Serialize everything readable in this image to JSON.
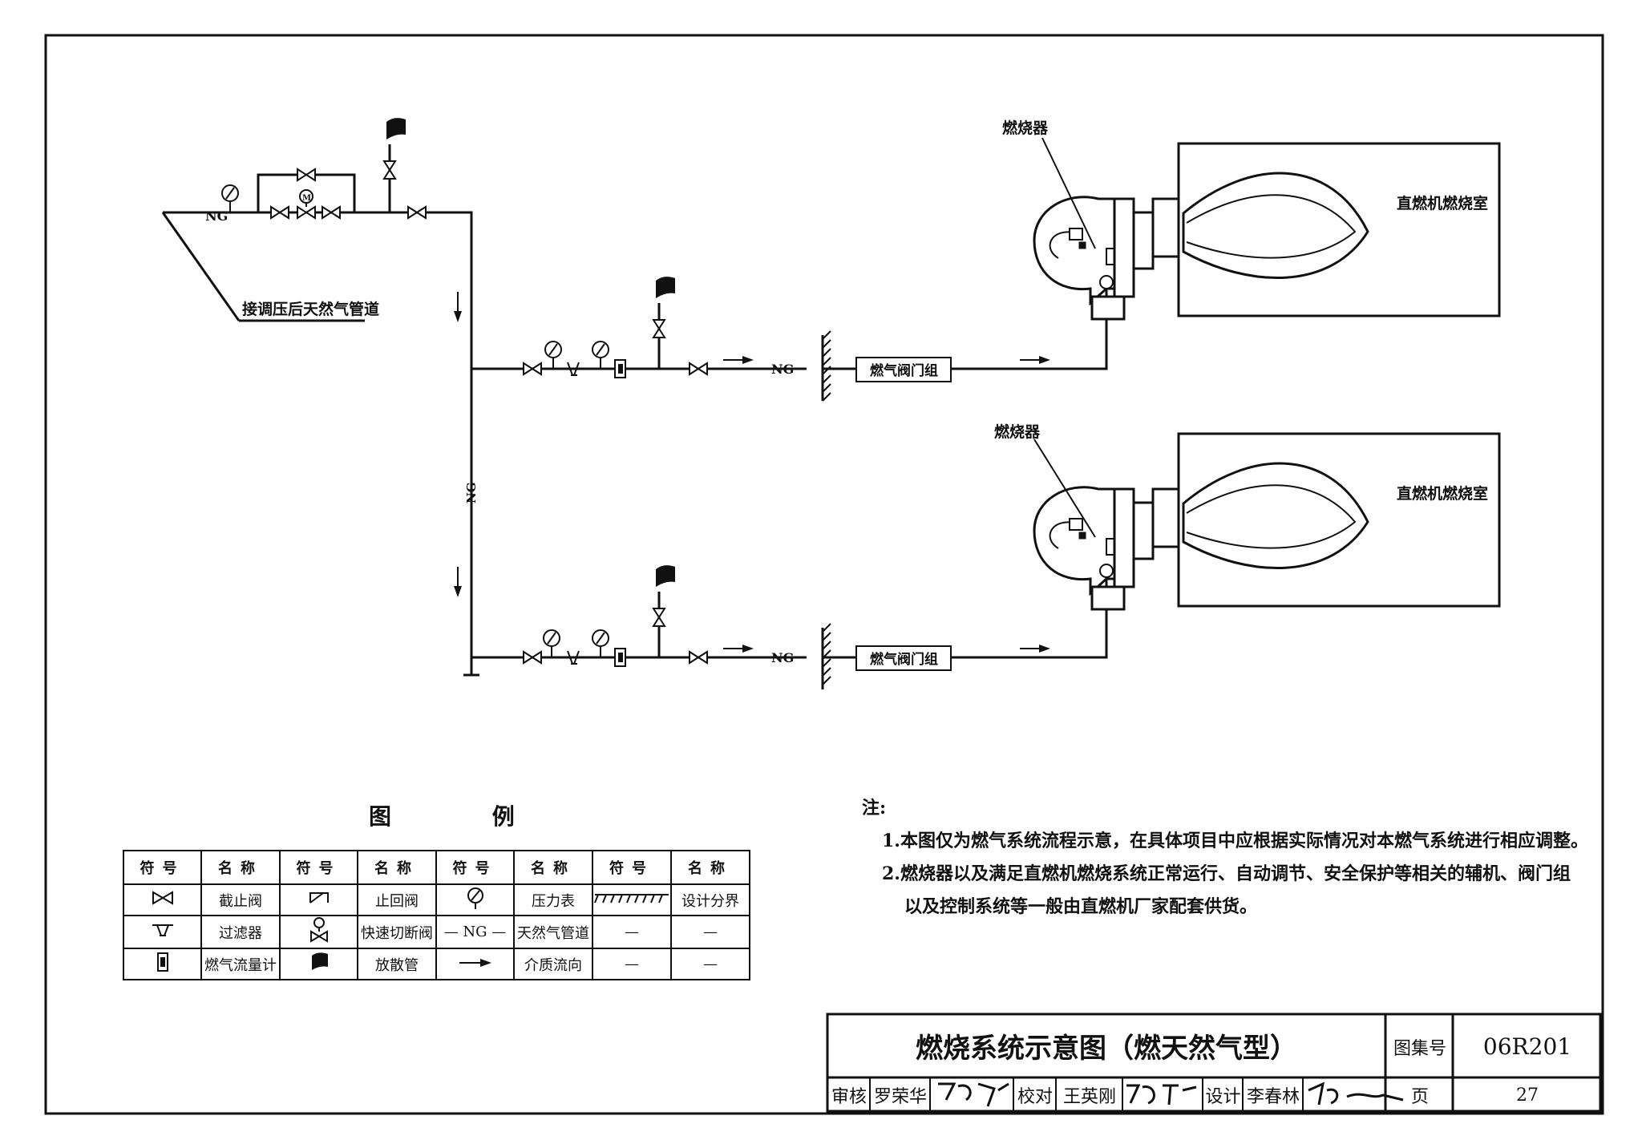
{
  "diagram": {
    "labels": {
      "gas_source": "接调压后天然气管道",
      "burner": "燃烧器",
      "chamber": "直燃机燃烧室",
      "valve_group": "燃气阀门组",
      "ng": "NG"
    }
  },
  "legend": {
    "title": "图 例",
    "header_symbol": "符号",
    "header_name": "名称",
    "items": [
      {
        "icon": "globe-valve-icon",
        "name": "截止阀"
      },
      {
        "icon": "filter-icon",
        "name": "过滤器"
      },
      {
        "icon": "gas-meter-icon",
        "name": "燃气流量计"
      },
      {
        "icon": "check-valve-icon",
        "name": "止回阀"
      },
      {
        "icon": "quick-shutoff-valve-icon",
        "name": "快速切断阀"
      },
      {
        "icon": "vent-pipe-icon",
        "name": "放散管"
      },
      {
        "icon": "pressure-gauge-icon",
        "name": "压力表"
      },
      {
        "icon": "natural-gas-pipe-icon",
        "symbol_text": "— NG —",
        "name": "天然气管道"
      },
      {
        "icon": "flow-direction-icon",
        "name": "介质流向"
      },
      {
        "icon": "design-boundary-icon",
        "name": "设计分界"
      },
      {
        "icon": "dash-icon",
        "symbol_text": "—",
        "name": "—"
      },
      {
        "icon": "dash-icon",
        "symbol_text": "—",
        "name": "—"
      }
    ]
  },
  "notes": {
    "heading": "注:",
    "items": [
      "1.本图仅为燃气系统流程示意，在具体项目中应根据实际情况对本燃气系统进行相应调整。",
      "2.燃烧器以及满足直燃机燃烧系统正常运行、自动调节、安全保护等相关的辅机、阀门组",
      "以及控制系统等一般由直燃机厂家配套供货。"
    ]
  },
  "title_block": {
    "title": "燃烧系统示意图（燃天然气型）",
    "atlas_label": "图集号",
    "atlas_no": "06R201",
    "review_label": "审核",
    "reviewer": "罗荣华",
    "check_label": "校对",
    "checker": "王英刚",
    "design_label": "设计",
    "designer": "李春林",
    "page_label": "页",
    "page_no": "27"
  }
}
